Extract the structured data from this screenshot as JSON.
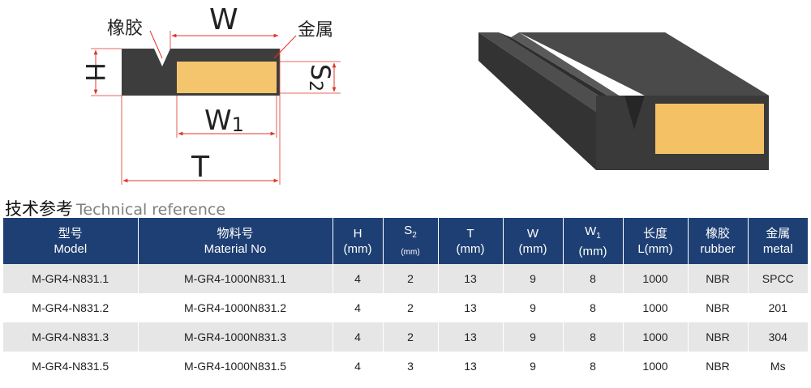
{
  "diagram": {
    "rubber_label": "橡胶",
    "metal_label": "金属",
    "dim_W": "W",
    "dim_H": "H",
    "dim_S": "S",
    "dim_S_sub": "2",
    "dim_W1": "W",
    "dim_W1_sub": "1",
    "dim_T": "T",
    "colors": {
      "rubber": "#3d3d3d",
      "metal": "#f5c56d",
      "dimension": "#e0352b"
    }
  },
  "render3d": {
    "colors": {
      "rubber_top": "#4a4a4a",
      "rubber_front": "#3a3a3a",
      "metal": "#f4c165"
    }
  },
  "heading": {
    "zh": "技术参考",
    "en": "Technical reference"
  },
  "table": {
    "headers": [
      {
        "line1": "型号",
        "line2": "Model"
      },
      {
        "line1": "物料号",
        "line2": "Material No"
      },
      {
        "line1": "H",
        "line2": "(mm)"
      },
      {
        "line1": "S",
        "sub": "2",
        "line2": "(mm)"
      },
      {
        "line1": "T",
        "line2": "(mm)"
      },
      {
        "line1": "W",
        "line2": "(mm)"
      },
      {
        "line1": "W",
        "sub": "1",
        "line2": "(mm)"
      },
      {
        "line1": "长度",
        "line2": "L(mm)"
      },
      {
        "line1": "橡胶",
        "line2": "rubber"
      },
      {
        "line1": "金属",
        "line2": "metal"
      }
    ],
    "rows": [
      [
        "M-GR4-N831.1",
        "M-GR4-1000N831.1",
        "4",
        "2",
        "13",
        "9",
        "8",
        "1000",
        "NBR",
        "SPCC"
      ],
      [
        "M-GR4-N831.2",
        "M-GR4-1000N831.2",
        "4",
        "2",
        "13",
        "9",
        "8",
        "1000",
        "NBR",
        "201"
      ],
      [
        "M-GR4-N831.3",
        "M-GR4-1000N831.3",
        "4",
        "2",
        "13",
        "9",
        "8",
        "1000",
        "NBR",
        "304"
      ],
      [
        "M-GR4-N831.5",
        "M-GR4-1000N831.5",
        "4",
        "3",
        "13",
        "9",
        "8",
        "1000",
        "NBR",
        "Ms"
      ]
    ],
    "colors": {
      "header_bg": "#1e3f73",
      "alt_row_bg": "#e6e6e6"
    }
  }
}
